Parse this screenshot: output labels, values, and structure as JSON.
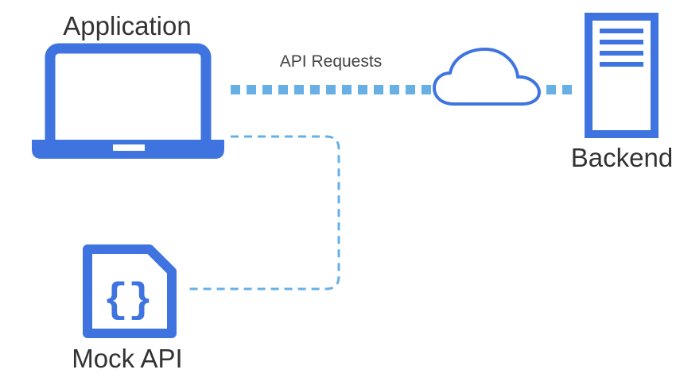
{
  "nodes": {
    "application": {
      "label": "Application",
      "icon": "laptop-icon"
    },
    "backend": {
      "label": "Backend",
      "icon": "server-icon"
    },
    "mock_api": {
      "label": "Mock API",
      "icon": "json-file-icon",
      "glyph": "{}"
    }
  },
  "connections": {
    "api_requests": {
      "label": "API Requests",
      "style": "dotted",
      "via_icon": "cloud-icon"
    },
    "mock": {
      "style": "dashed"
    }
  },
  "colors": {
    "icon_blue": "#3F74E0",
    "line_blue": "#66B0E6",
    "text_dark": "#333333",
    "text_label": "#444444",
    "background": "#FFFFFF"
  }
}
